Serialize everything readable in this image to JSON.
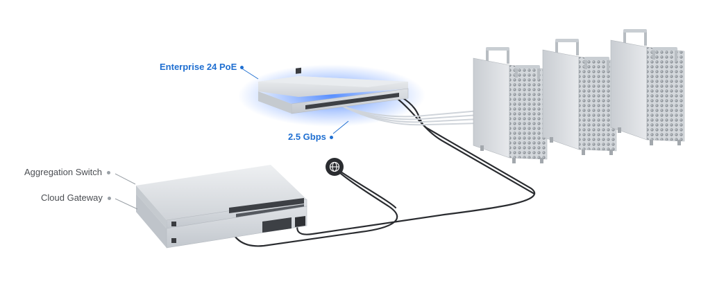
{
  "labels": {
    "enterprise_switch": "Enterprise 24 PoE",
    "link_speed": "2.5 Gbps",
    "aggregation_switch": "Aggregation Switch",
    "cloud_gateway": "Cloud Gateway"
  },
  "colors": {
    "accent": "#1f6fd1",
    "label_gray": "#4a4d52",
    "glow": "#3b7bff",
    "cable": "#2a2c30",
    "device_silver": "#d9dde2"
  },
  "icons": [
    "globe-icon",
    "rack-switch-device",
    "tower-server-device"
  ]
}
